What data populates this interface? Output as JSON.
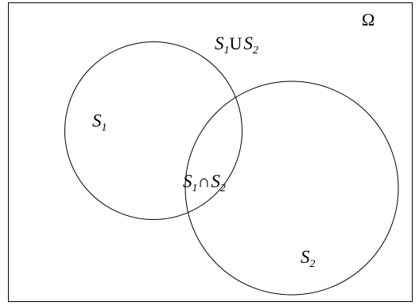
{
  "universe": {
    "symbol": "Ω"
  },
  "sets": {
    "s1": {
      "letter": "S",
      "index": "1"
    },
    "s2": {
      "letter": "S",
      "index": "2"
    }
  },
  "operations": {
    "union": {
      "left_letter": "S",
      "left_index": "1",
      "operator": "U",
      "right_letter": "S",
      "right_index": "2"
    },
    "intersection": {
      "left_letter": "S",
      "left_index": "1",
      "operator": "∩",
      "right_letter": "S",
      "right_index": "2"
    }
  },
  "colors": {
    "stroke": "#000000",
    "background": "#ffffff"
  }
}
